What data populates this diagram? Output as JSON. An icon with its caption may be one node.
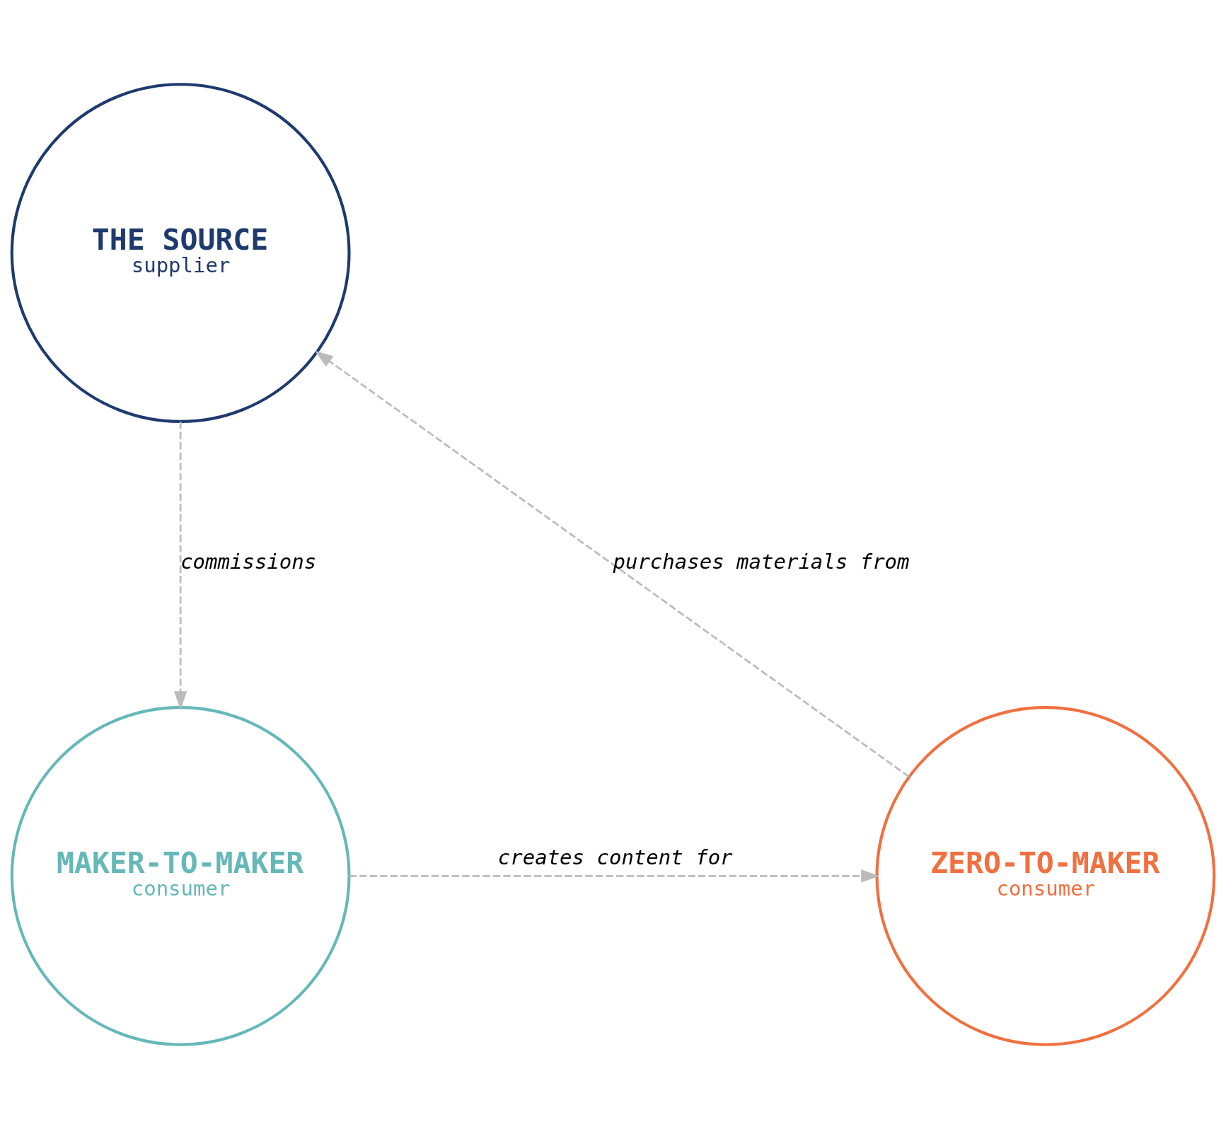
{
  "diagram": {
    "nodes": [
      {
        "text": [
          "THE SOURCE",
          "supplier"
        ]
      },
      {
        "text": [
          "MAKER-TO-MAKER",
          "consumer"
        ]
      },
      {
        "text": [
          "ZERO-TO-MAKER",
          "consumer"
        ]
      }
    ],
    "edges": [
      {
        "from": 0,
        "to": 1,
        "arrow": "to",
        "label": "commissions",
        "style": "dashed"
      },
      {
        "from": 1,
        "to": 2,
        "arrow": "to",
        "label": "creates content for",
        "style": "dashed"
      },
      {
        "from": 2,
        "to": 0,
        "arrow": "to",
        "label": "purchases materials from",
        "style": "dashed"
      }
    ]
  }
}
